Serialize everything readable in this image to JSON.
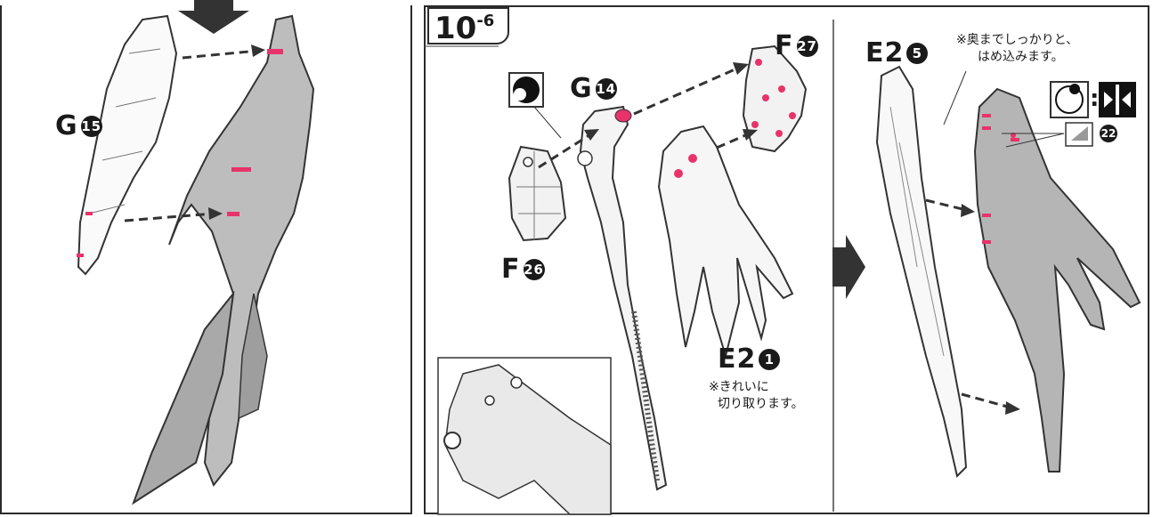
{
  "step": {
    "number": "10",
    "sub": "-6"
  },
  "parts": {
    "g15": {
      "letter": "G",
      "num": "15"
    },
    "g14": {
      "letter": "G",
      "num": "14"
    },
    "f26": {
      "letter": "F",
      "num": "26"
    },
    "f27": {
      "letter": "F",
      "num": "27"
    },
    "e2_1": {
      "letter": "E2",
      "num": "1"
    },
    "e2_5": {
      "letter": "E2",
      "num": "5"
    },
    "seal22": {
      "num": "22"
    }
  },
  "notes": {
    "cut_line1": "※きれいに",
    "cut_line2": "切り取ります。",
    "insert_line1": "※奥までしっかりと、",
    "insert_line2": "はめ込みます。"
  },
  "colors": {
    "accent_pink": "#e8336a",
    "outline": "#2a2a2a",
    "gray_part": "#b8b8b8",
    "dark_gray_part": "#8f8f8f"
  }
}
